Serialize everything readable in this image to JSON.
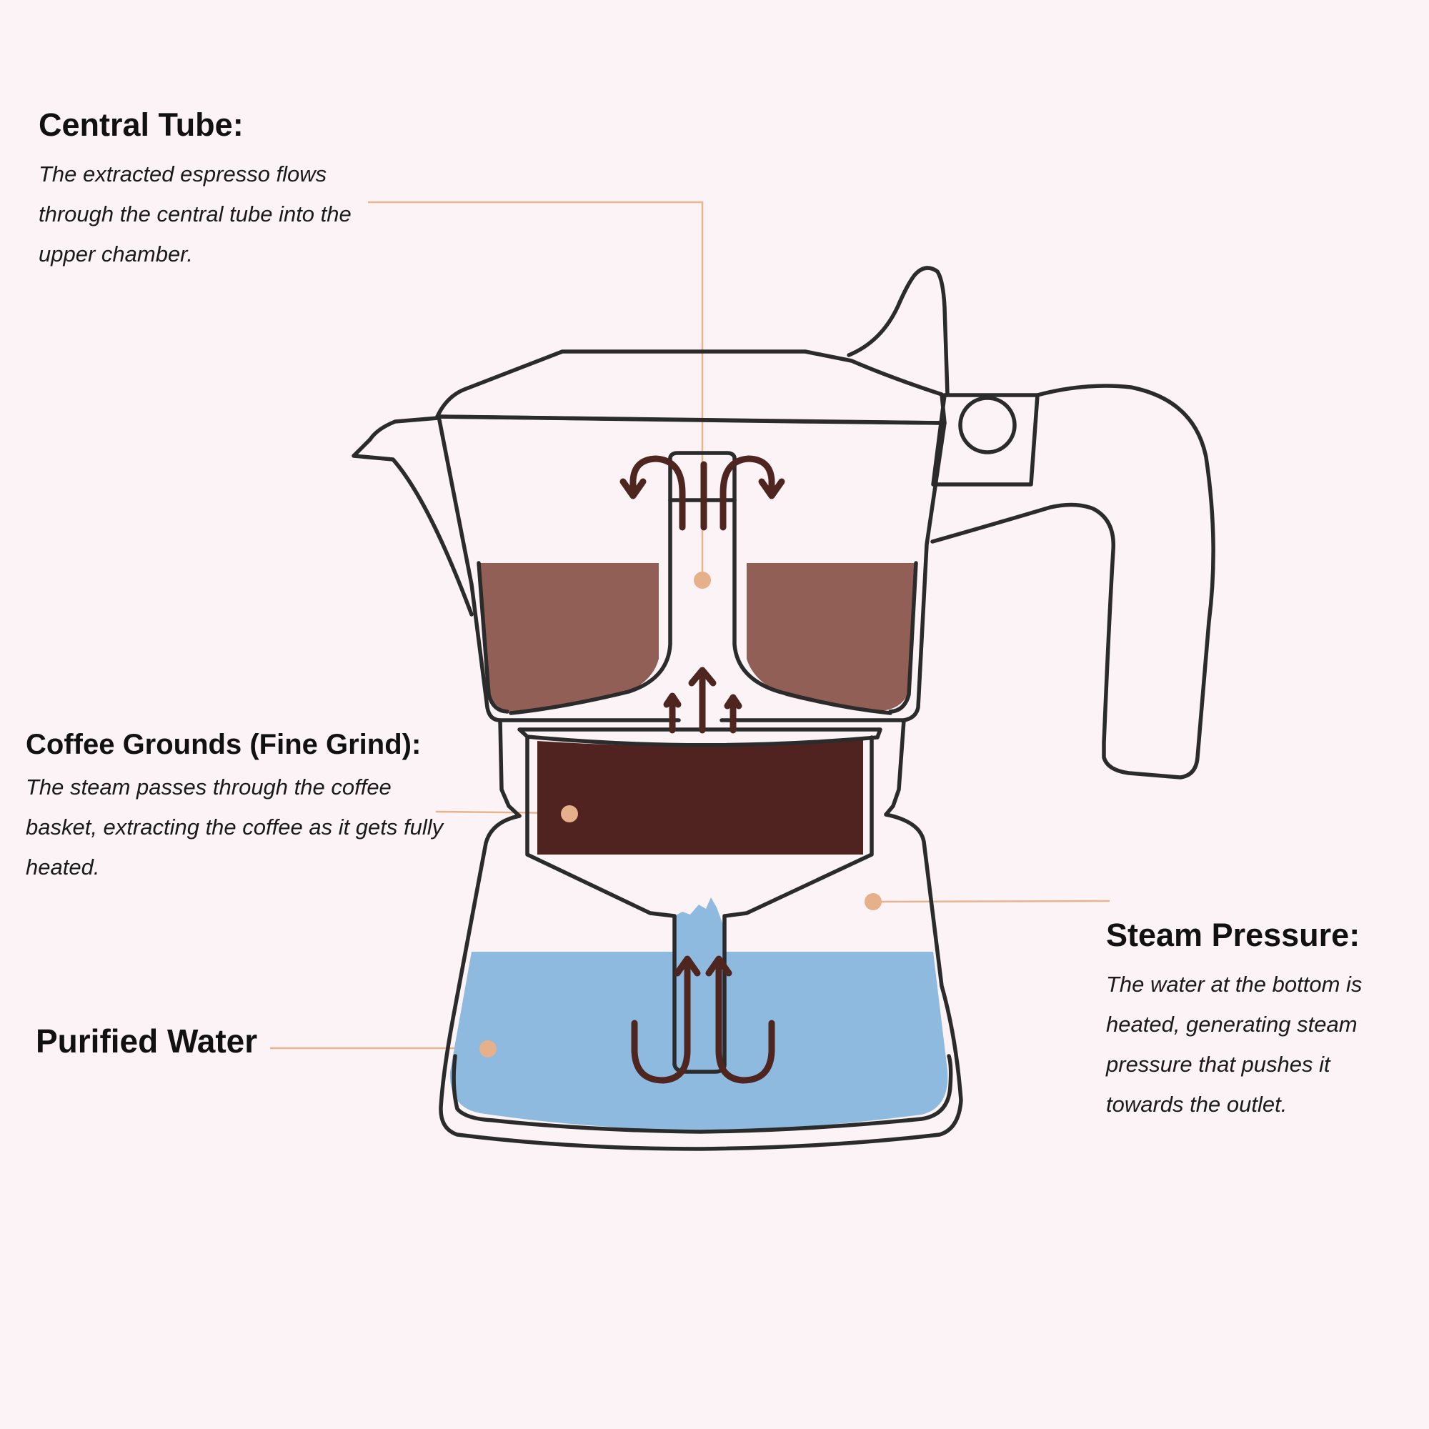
{
  "colors": {
    "background": "#fbf3f6",
    "outline": "#2b2b2b",
    "leader_line": "#e8b48e",
    "marker_dot": "#e6b08a",
    "brewed_coffee": "#925f57",
    "coffee_grounds": "#512320",
    "water": "#8dbade",
    "arrows": "#4f2520"
  },
  "annotations": {
    "central_tube": {
      "title": "Central Tube:",
      "description": "The extracted espresso flows through the central tube into the upper chamber."
    },
    "coffee_grounds": {
      "title": "Coffee Grounds (Fine Grind):",
      "description": "The steam passes through the coffee basket, extracting the coffee as it gets fully heated."
    },
    "purified_water": {
      "title": "Purified Water"
    },
    "steam_pressure": {
      "title": "Steam Pressure:",
      "description": "The water at the bottom is heated, generating steam pressure that pushes it towards the outlet."
    }
  }
}
